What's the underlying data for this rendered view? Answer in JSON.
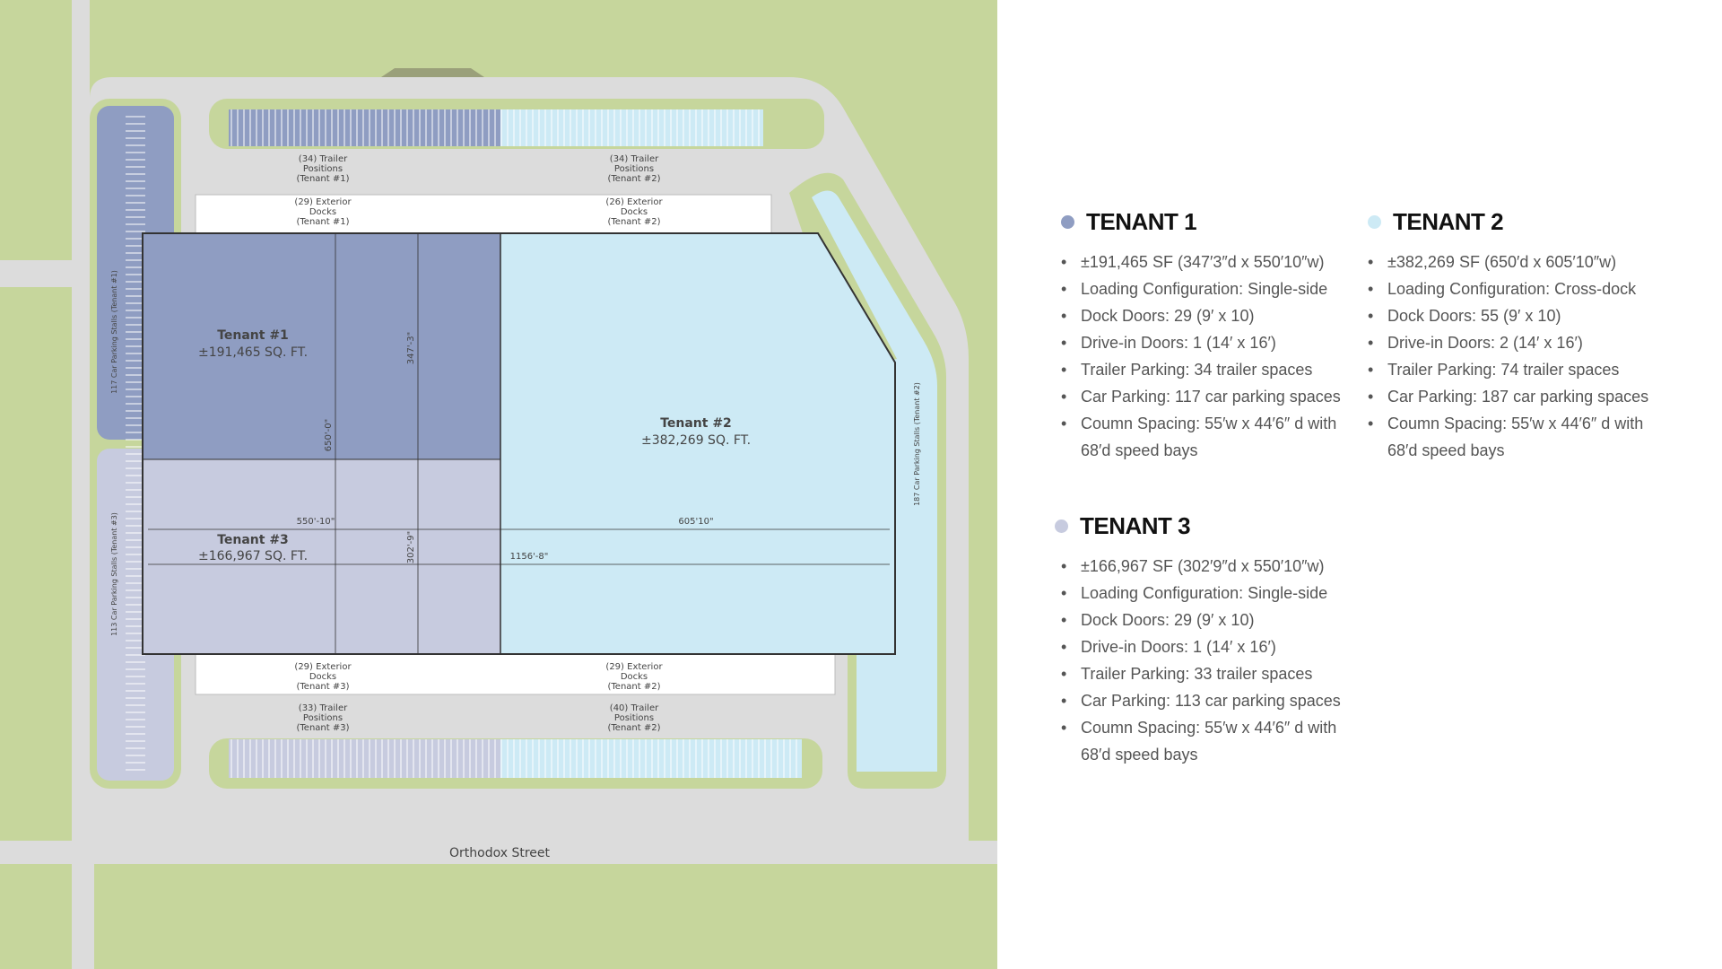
{
  "map": {
    "street_label": "Orthodox Street",
    "tenant1_label": "Tenant #1",
    "tenant1_area": "±191,465 SQ. FT.",
    "tenant2_label": "Tenant #2",
    "tenant2_area": "±382,269 SQ. FT.",
    "tenant3_label": "Tenant #3",
    "tenant3_area": "±166,967 SQ. FT.",
    "dim_650": "650'-0\"",
    "dim_347": "347'-3\"",
    "dim_302": "302'-9\"",
    "dim_550": "550'-10\"",
    "dim_605": "605'10\"",
    "dim_1156": "1156'-8\"",
    "top_trailer_t1": [
      "(34) Trailer",
      "Positions",
      "(Tenant #1)"
    ],
    "top_trailer_t2": [
      "(34) Trailer",
      "Positions",
      "(Tenant #2)"
    ],
    "top_docks_t1": [
      "(29) Exterior",
      "Docks",
      "(Tenant #1)"
    ],
    "top_docks_t2": [
      "(26) Exterior",
      "Docks",
      "(Tenant #2)"
    ],
    "bottom_docks_t3": [
      "(29) Exterior",
      "Docks",
      "(Tenant #3)"
    ],
    "bottom_docks_t2": [
      "(29) Exterior",
      "Docks",
      "(Tenant #2)"
    ],
    "bottom_trailer_t3": [
      "(33) Trailer",
      "Positions",
      "(Tenant #3)"
    ],
    "bottom_trailer_t2": [
      "(40) Trailer",
      "Positions",
      "(Tenant #2)"
    ],
    "left_parking_t1": "117 Car Parking Stalls (Tenant #1)",
    "left_parking_t3": "113 Car Parking Stalls (Tenant #3)",
    "right_parking_t2": "187 Car Parking Stalls (Tenant #2)"
  },
  "colors": {
    "tenant1": "#8f9dc2",
    "tenant2": "#cdeaf5",
    "tenant3": "#c7cbdf",
    "grass": "#c6d69c",
    "pavement": "#dcdcdc"
  },
  "tenants": [
    {
      "title": "TENANT 1",
      "items": [
        "±191,465 SF (347′3″d x 550′10″w)",
        "Loading Configuration: Single-side",
        "Dock Doors: 29 (9′ x 10)",
        "Drive-in Doors: 1 (14′ x 16′)",
        "Trailer Parking: 34 trailer spaces",
        "Car Parking: 117 car parking spaces",
        "Coumn Spacing: 55′w x 44′6″ d with 68′d speed bays"
      ]
    },
    {
      "title": "TENANT 2",
      "items": [
        "±382,269 SF (650′d x 605′10″w)",
        "Loading Configuration: Cross-dock",
        "Dock Doors: 55 (9′ x 10)",
        "Drive-in Doors: 2 (14′ x 16′)",
        "Trailer Parking: 74 trailer spaces",
        "Car Parking: 187 car parking spaces",
        "Coumn Spacing: 55′w x 44′6″ d with 68′d speed bays"
      ]
    },
    {
      "title": "TENANT 3",
      "items": [
        "±166,967 SF (302′9″d x 550′10″w)",
        "Loading Configuration: Single-side",
        "Dock Doors: 29 (9′ x 10)",
        "Drive-in Doors: 1 (14′ x 16′)",
        "Trailer Parking: 33 trailer spaces",
        "Car Parking: 113 car parking spaces",
        "Coumn Spacing: 55′w x 44′6″ d with 68′d speed bays"
      ]
    }
  ]
}
